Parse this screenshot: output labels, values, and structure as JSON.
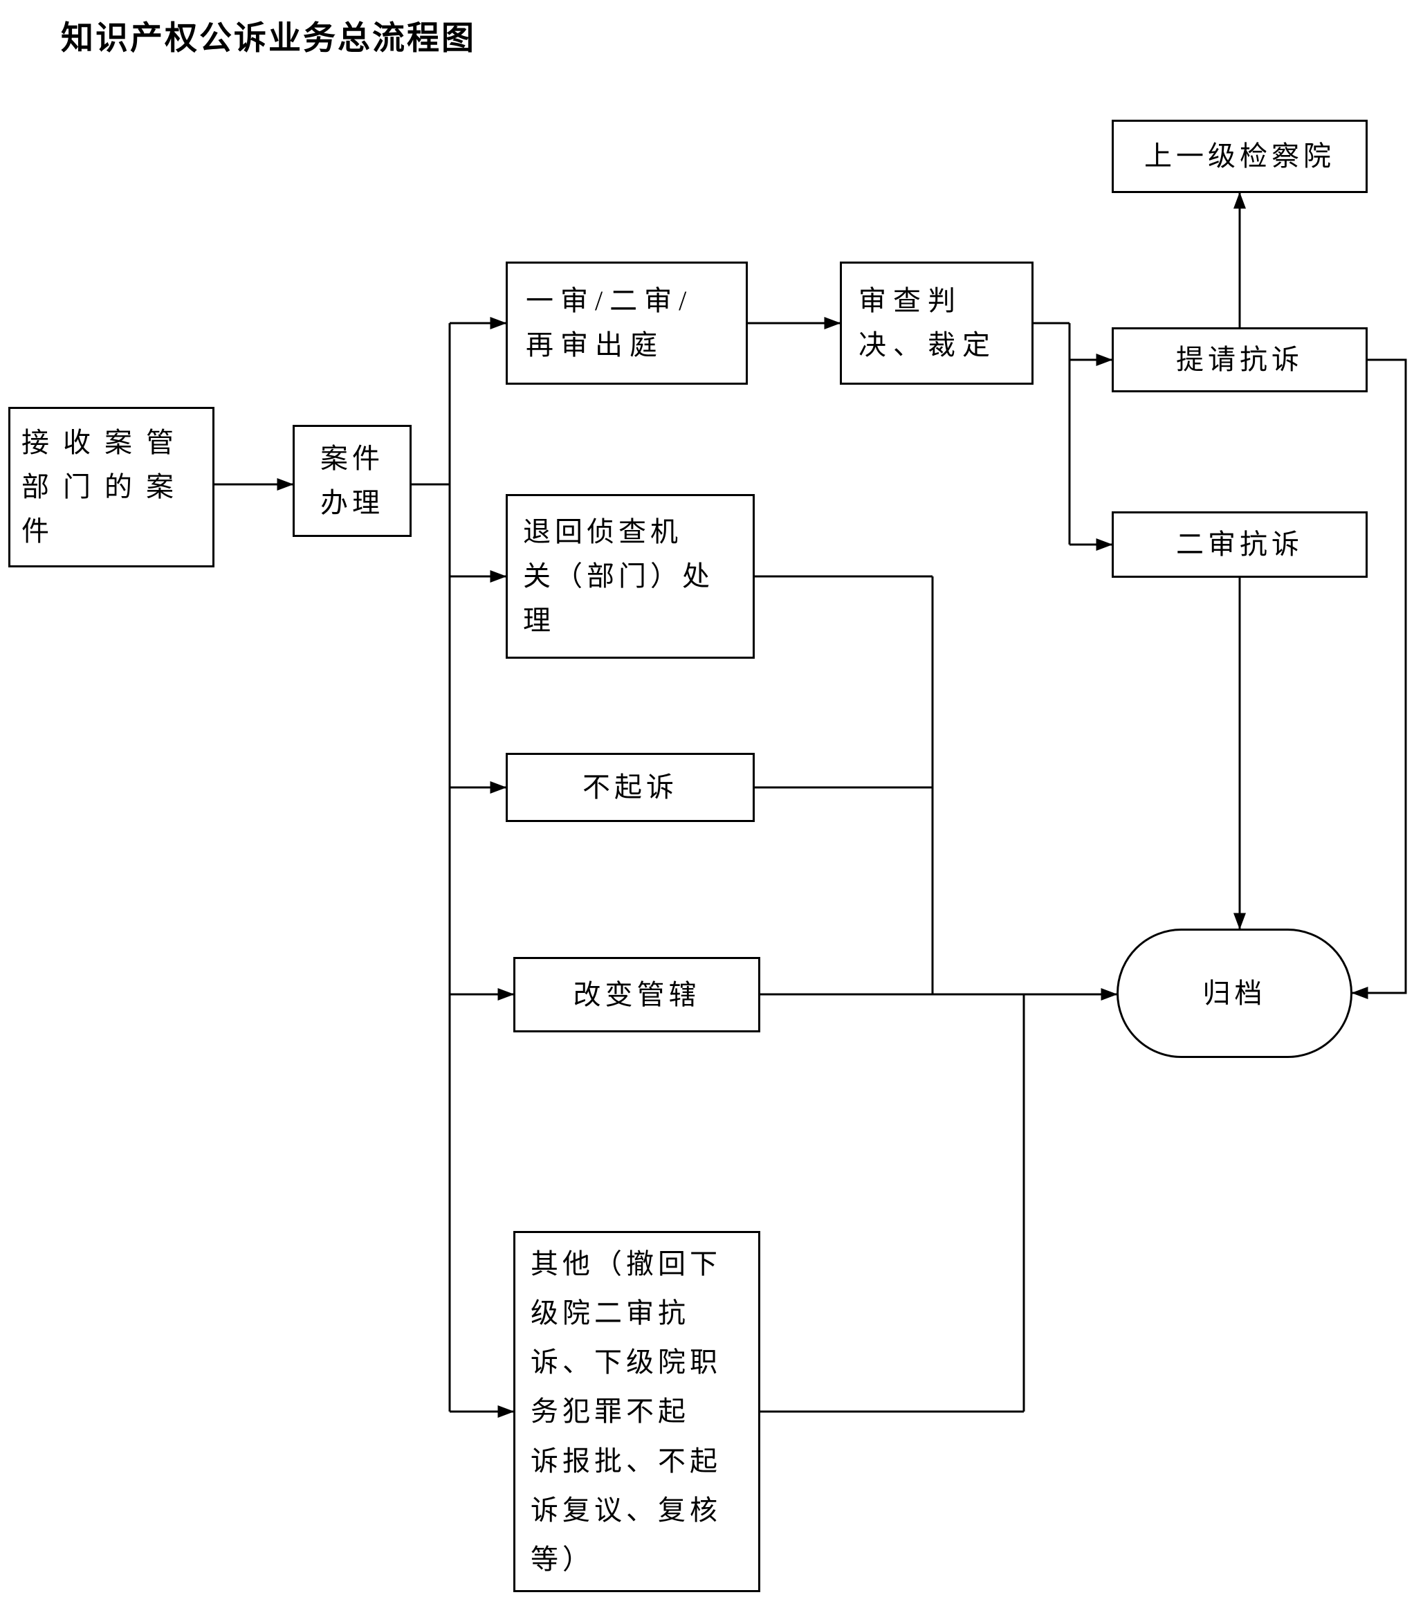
{
  "title": "知识产权公诉业务总流程图",
  "colors": {
    "line": "#000000",
    "background": "#ffffff",
    "text": "#000000"
  },
  "nodes": {
    "receive": {
      "label": "接收案管\n部门的案\n件"
    },
    "handle": {
      "label": "案件\n办理"
    },
    "trial": {
      "label": "一审/二审/\n再审出庭"
    },
    "review": {
      "label": "审查判\n决、裁定"
    },
    "higher": {
      "label": "上一级检察院"
    },
    "request": {
      "label": "提请抗诉"
    },
    "second": {
      "label": "二审抗诉"
    },
    "return": {
      "label": "退回侦查机\n关（部门）处\n理"
    },
    "noProsecution": {
      "label": "不起诉"
    },
    "jurisdiction": {
      "label": "改变管辖"
    },
    "other": {
      "label": "其他（撤回下\n级院二审抗\n诉、下级院职\n务犯罪不起\n诉报批、不起\n诉复议、复核\n等）"
    },
    "archive": {
      "label": "归档"
    }
  }
}
